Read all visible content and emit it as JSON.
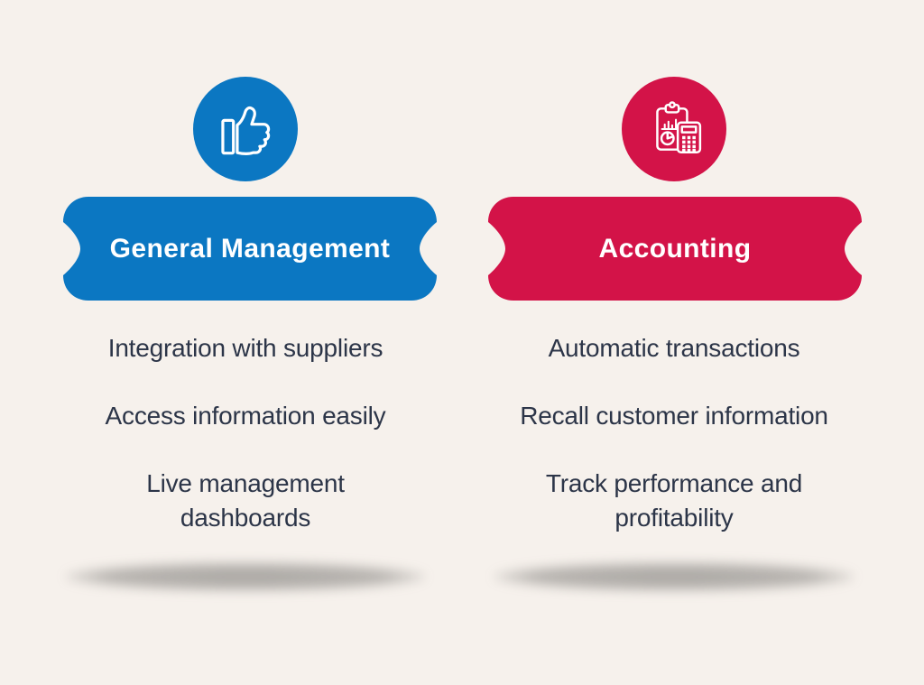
{
  "page": {
    "background": "#f6f1ec",
    "text_color": "#2c3548",
    "shadow_color": "#a9a7a4",
    "banner_text_color": "#ffffff"
  },
  "columns": [
    {
      "id": "general-management",
      "color": "#0b77c2",
      "icon": "thumbs-up-icon",
      "title": "General Management",
      "items": [
        "Integration with suppliers",
        "Access information easily",
        "Live management\ndashboards"
      ]
    },
    {
      "id": "accounting",
      "color": "#d31348",
      "icon": "clipboard-calculator-icon",
      "title": "Accounting",
      "items": [
        "Automatic transactions",
        "Recall customer information",
        "Track performance and\nprofitability"
      ]
    }
  ]
}
